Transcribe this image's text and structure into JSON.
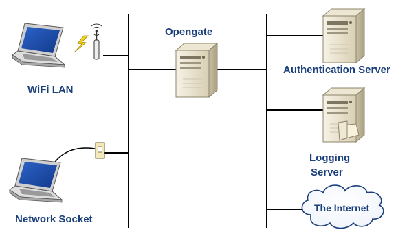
{
  "labels": {
    "opengate": "Opengate",
    "wifi_lan": "WiFi LAN",
    "network_socket": "Network Socket",
    "auth_server": "Authentication Server",
    "logging_line1": "Logging",
    "logging_line2": "Server",
    "internet": "The Internet"
  },
  "colors": {
    "label_text": "#1a3f7a",
    "lines": "#000000",
    "server_body": "#e8e2cf",
    "server_shadow": "#bfb79c",
    "laptop_body": "#d9d9d9",
    "laptop_screen": "#1e4da8",
    "lightning": "#f2d21a"
  },
  "icons": {
    "wifi_laptop": "laptop-icon",
    "socket_laptop": "laptop-icon",
    "antenna": "wireless-antenna-icon",
    "lightning": "lightning-icon",
    "wall_socket": "network-socket-icon",
    "opengate_server": "server-icon",
    "auth_server": "server-icon",
    "logging_server": "server-with-document-icon",
    "internet": "cloud-icon"
  }
}
